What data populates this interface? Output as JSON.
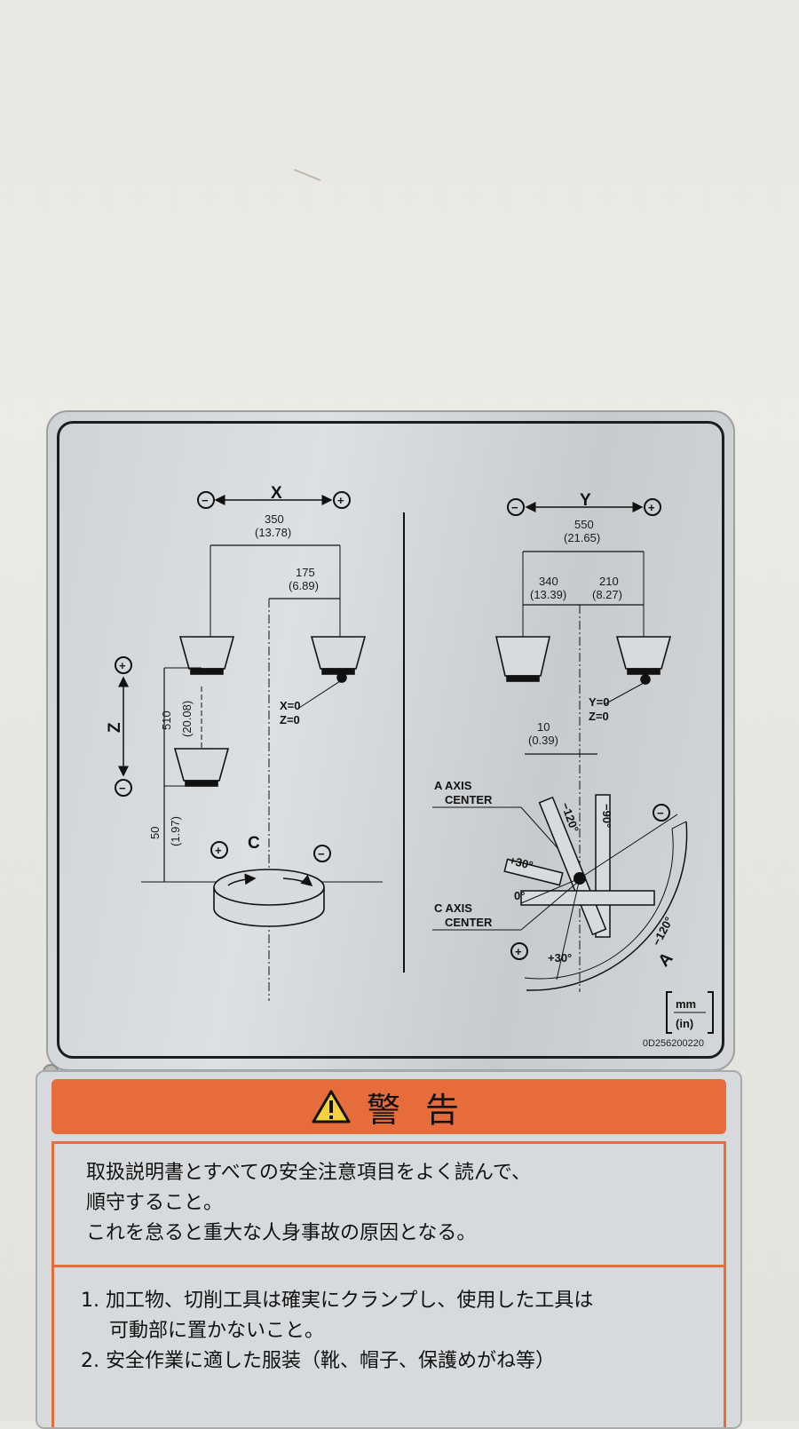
{
  "top_plate": {
    "x_axis": {
      "label": "X",
      "minus": "−",
      "plus": "+",
      "travel": "350",
      "travel_in": "(13.78)",
      "half": "175",
      "half_in": "(6.89)",
      "zero_label_x": "X=0",
      "zero_label_z": "Z=0"
    },
    "z_axis": {
      "label": "Z",
      "minus": "−",
      "plus": "+",
      "travel": "510",
      "travel_in": "(20.08)",
      "offset": "50",
      "offset_in": "(1.97)"
    },
    "c_axis": {
      "label": "C",
      "minus": "−",
      "plus": "+"
    },
    "y_axis": {
      "label": "Y",
      "minus": "−",
      "plus": "+",
      "travel": "550",
      "travel_in": "(21.65)",
      "left": "340",
      "left_in": "(13.39)",
      "right": "210",
      "right_in": "(8.27)",
      "zero_label_y": "Y=0",
      "zero_label_z": "Z=0",
      "offset": "10",
      "offset_in": "(0.39)"
    },
    "a_axis": {
      "a_center_line1": "A AXIS",
      "a_center_line2": "CENTER",
      "c_center_line1": "C AXIS",
      "c_center_line2": "CENTER",
      "angle_p30a": "+30°",
      "angle_0": "0°",
      "angle_p30b": "+30°",
      "angle_m120a": "−120°",
      "angle_m90": "−90°",
      "angle_m120b": "−120°",
      "arc_label": "A",
      "minus": "−",
      "plus": "+"
    },
    "units_mm": "mm",
    "units_in": "(in)",
    "part_code": "0D256200220"
  },
  "warning": {
    "title": "警 告",
    "line1": "取扱説明書とすべての安全注意項目をよく読んで、",
    "line2": "順守すること。",
    "line3": "これを怠ると重大な人身事故の原因となる。",
    "item1a": "1. 加工物、切削工具は確実にクランプし、使用した工具は",
    "item1b": "可動部に置かないこと。",
    "item2": "2. 安全作業に適した服装（靴、帽子、保護めがね等）"
  },
  "icons": [
    "warning-triangle-icon",
    "screw-icon"
  ]
}
